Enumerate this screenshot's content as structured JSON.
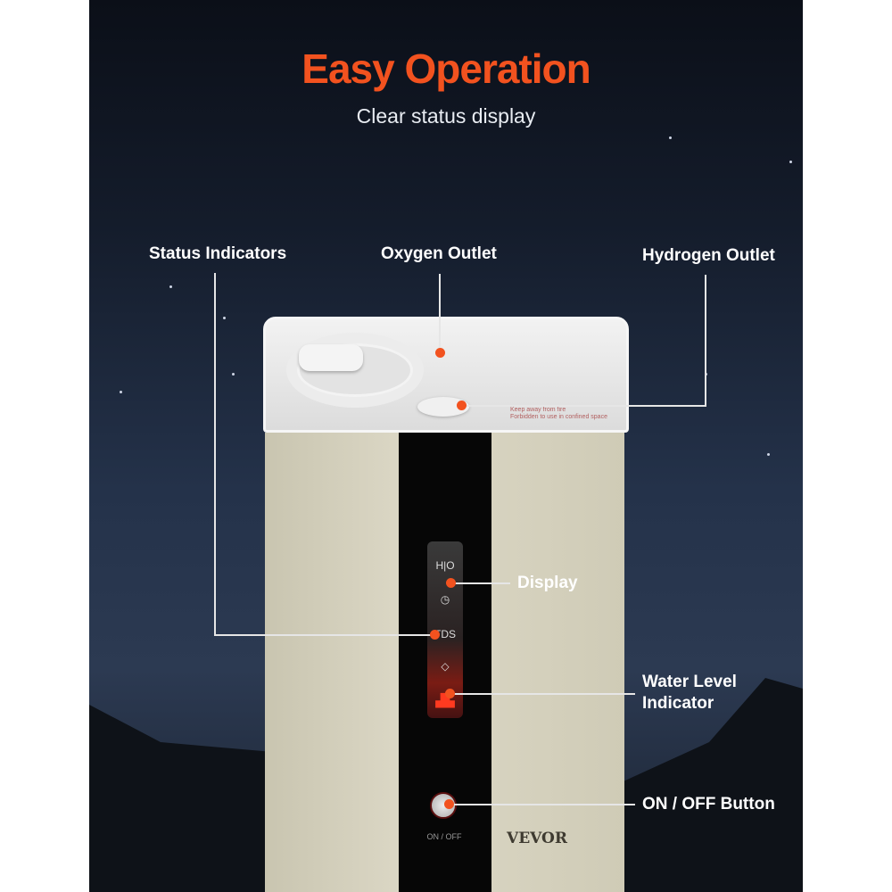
{
  "header": {
    "title": "Easy Operation",
    "subtitle": "Clear status display"
  },
  "callouts": {
    "status_indicators": "Status Indicators",
    "oxygen_outlet": "Oxygen Outlet",
    "hydrogen_outlet": "Hydrogen Outlet",
    "display": "Display",
    "water_level": "Water Level Indicator",
    "power_button": "ON / OFF Button"
  },
  "device": {
    "panel_labels": {
      "ho": "H|O",
      "tds": "TDS"
    },
    "warnings": [
      "Keep away from fire",
      "Forbidden to use in confined space"
    ],
    "power_label": "ON / OFF",
    "brand": "VEVOR"
  },
  "colors": {
    "accent": "#f2521f"
  }
}
